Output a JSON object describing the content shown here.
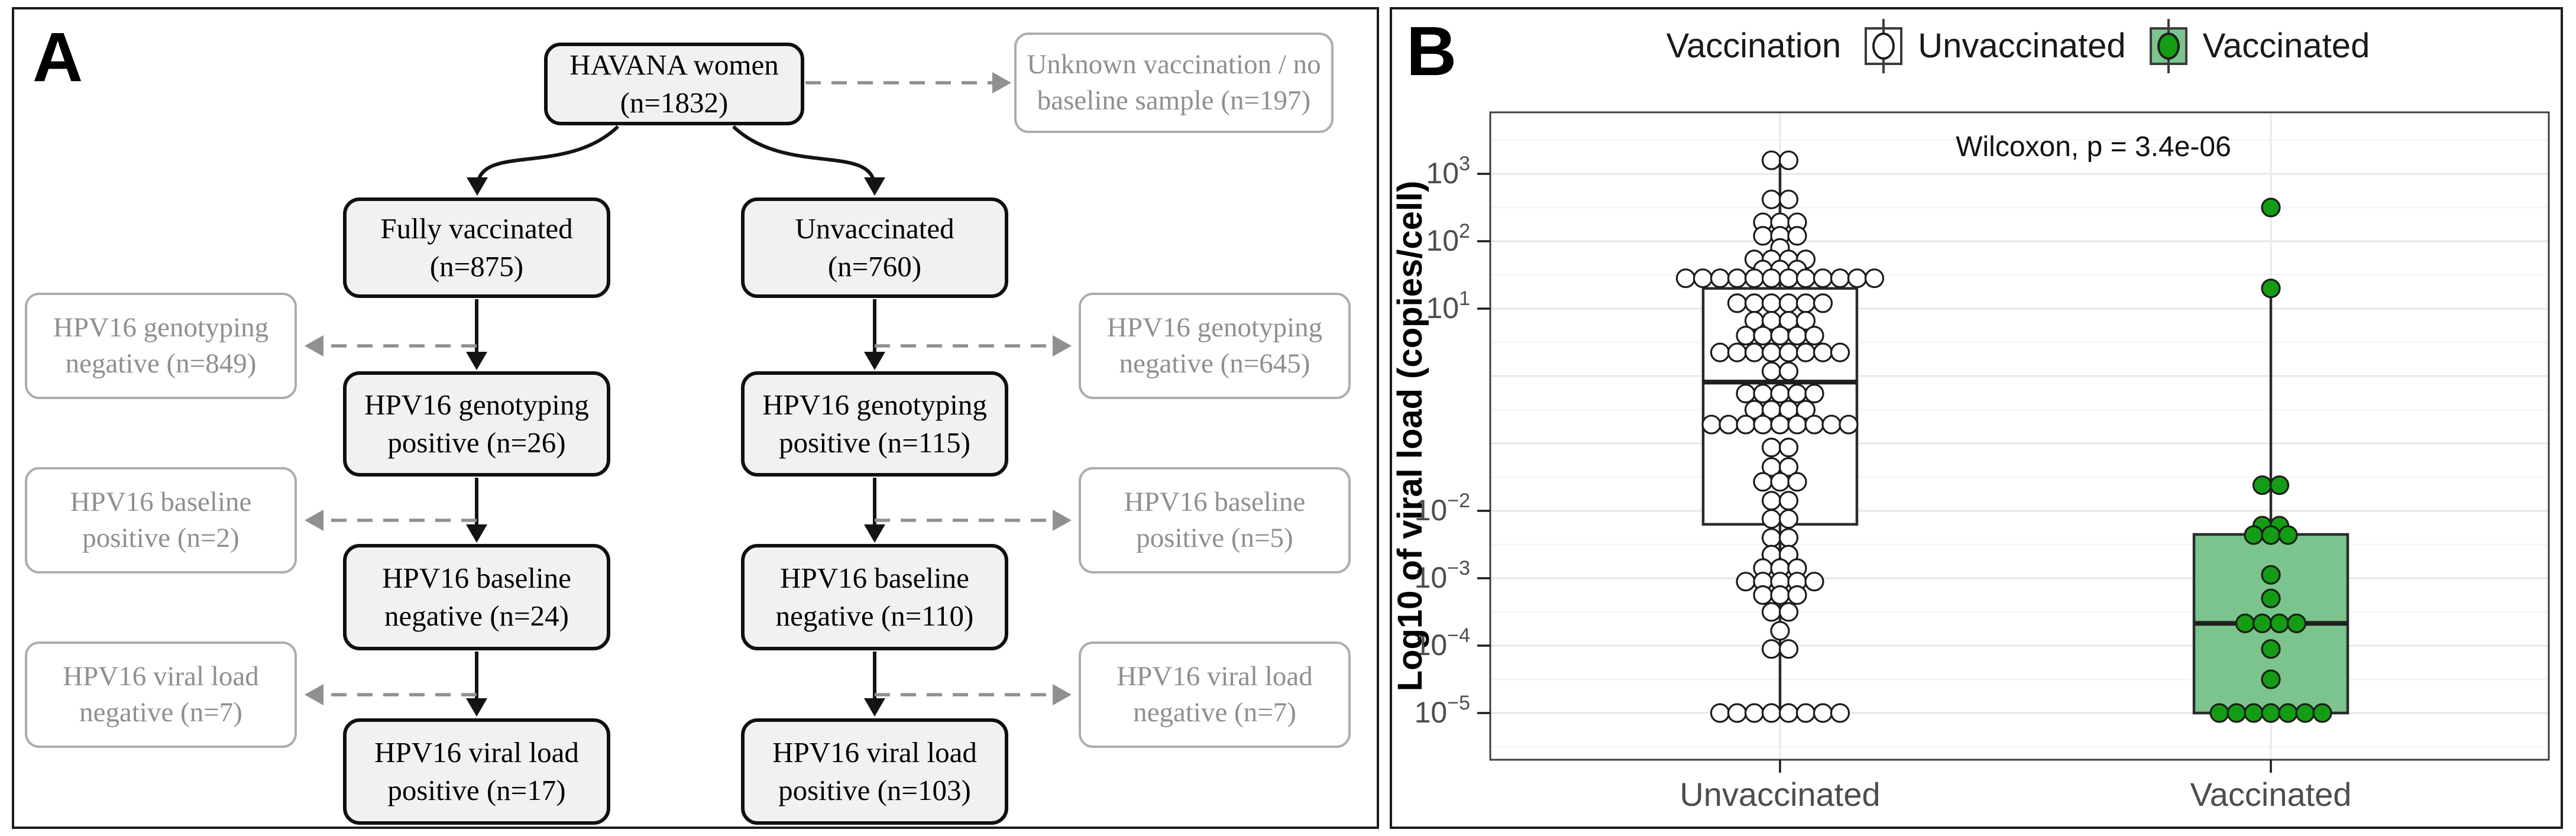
{
  "panel_a": {
    "label": "A",
    "main_boxes": [
      {
        "id": "havana",
        "line1": "HAVANA women",
        "line2": "(n=1832)"
      },
      {
        "id": "fully-vaccinated",
        "line1": "Fully vaccinated",
        "line2": "(n=875)"
      },
      {
        "id": "unvaccinated",
        "line1": "Unvaccinated",
        "line2": "(n=760)"
      },
      {
        "id": "geno-pos-vacc",
        "line1": "HPV16 genotyping",
        "line2": "positive (n=26)"
      },
      {
        "id": "geno-pos-unvacc",
        "line1": "HPV16 genotyping",
        "line2": "positive (n=115)"
      },
      {
        "id": "base-neg-vacc",
        "line1": "HPV16 baseline",
        "line2": "negative (n=24)"
      },
      {
        "id": "base-neg-unvacc",
        "line1": "HPV16 baseline",
        "line2": "negative (n=110)"
      },
      {
        "id": "vl-pos-vacc",
        "line1": "HPV16 viral load",
        "line2": "positive (n=17)"
      },
      {
        "id": "vl-pos-unvacc",
        "line1": "HPV16 viral load",
        "line2": "positive (n=103)"
      }
    ],
    "exclusion_boxes": [
      {
        "id": "unknown-vaccination",
        "line1": "Unknown vaccination / no",
        "line2": "baseline sample (n=197)"
      },
      {
        "id": "geno-neg-vacc",
        "line1": "HPV16 genotyping",
        "line2": "negative (n=849)"
      },
      {
        "id": "base-pos-vacc",
        "line1": "HPV16 baseline",
        "line2": "positive (n=2)"
      },
      {
        "id": "vl-neg-vacc",
        "line1": "HPV16 viral load",
        "line2": "negative (n=7)"
      },
      {
        "id": "geno-neg-unvacc",
        "line1": "HPV16 genotyping",
        "line2": "negative (n=645)"
      },
      {
        "id": "base-pos-unvacc",
        "line1": "HPV16 baseline",
        "line2": "positive (n=5)"
      },
      {
        "id": "vl-neg-unvacc",
        "line1": "HPV16 viral load",
        "line2": "negative (n=7)"
      }
    ]
  },
  "panel_b": {
    "label": "B",
    "legend": {
      "title": "Vaccination",
      "items": [
        {
          "label": "Unvaccinated",
          "fill": "#ffffff",
          "dot": "#ffffff"
        },
        {
          "label": "Vaccinated",
          "fill": "#7bc48d",
          "dot": "#149c14"
        }
      ]
    }
  },
  "chart_data": {
    "type": "boxplot",
    "subtype": "boxplot with jittered points, log10 y scale",
    "title": "",
    "xlabel": "",
    "ylabel": "Log10 of viral load (copies/cell)",
    "annotation": "Wilcoxon, p = 3.4e-06",
    "legend_position": "top",
    "grid": true,
    "y_scale": "log10",
    "ylim_log10": [
      -5.7,
      3.9
    ],
    "ytick_exponents": [
      3,
      2,
      1,
      -2,
      -3,
      -4,
      -5
    ],
    "categories": [
      "Unvaccinated",
      "Vaccinated"
    ],
    "series": [
      {
        "name": "Unvaccinated",
        "n_points": 112,
        "box_fill": "#ffffff",
        "dot_fill": "#ffffff",
        "box_log10": {
          "q1": -2.2,
          "median": -0.09,
          "q3": 1.3,
          "whisker_low": -5.0,
          "whisker_high": 3.2
        },
        "points_log10_rows": [
          [
            3.2,
            2
          ],
          [
            2.62,
            2
          ],
          [
            2.28,
            3
          ],
          [
            2.08,
            3
          ],
          [
            1.9,
            1
          ],
          [
            1.73,
            4
          ],
          [
            1.58,
            3
          ],
          [
            1.45,
            12
          ],
          [
            1.08,
            6
          ],
          [
            0.82,
            4
          ],
          [
            0.6,
            5
          ],
          [
            0.35,
            8
          ],
          [
            0.07,
            2
          ],
          [
            -0.26,
            5
          ],
          [
            -0.5,
            4
          ],
          [
            -0.72,
            9
          ],
          [
            -1.06,
            2
          ],
          [
            -1.35,
            2
          ],
          [
            -1.57,
            3
          ],
          [
            -1.85,
            2
          ],
          [
            -2.12,
            2
          ],
          [
            -2.4,
            2
          ],
          [
            -2.65,
            2
          ],
          [
            -2.85,
            3
          ],
          [
            -3.05,
            5
          ],
          [
            -3.25,
            3
          ],
          [
            -3.5,
            2
          ],
          [
            -3.78,
            1
          ],
          [
            -4.05,
            2
          ],
          [
            -5.0,
            8
          ]
        ]
      },
      {
        "name": "Vaccinated",
        "n_points": 24,
        "box_fill": "#7bc48d",
        "dot_fill": "#149c14",
        "box_log10": {
          "q1": -5.0,
          "median": -3.67,
          "q3": -2.35,
          "whisker_low": -5.0,
          "whisker_high": 1.3
        },
        "points_log10_rows": [
          [
            2.5,
            1
          ],
          [
            1.3,
            1
          ],
          [
            -1.62,
            2
          ],
          [
            -2.22,
            2
          ],
          [
            -2.36,
            3
          ],
          [
            -2.95,
            1
          ],
          [
            -3.3,
            1
          ],
          [
            -3.67,
            4
          ],
          [
            -4.05,
            1
          ],
          [
            -4.5,
            1
          ],
          [
            -5.0,
            7
          ]
        ]
      }
    ]
  }
}
